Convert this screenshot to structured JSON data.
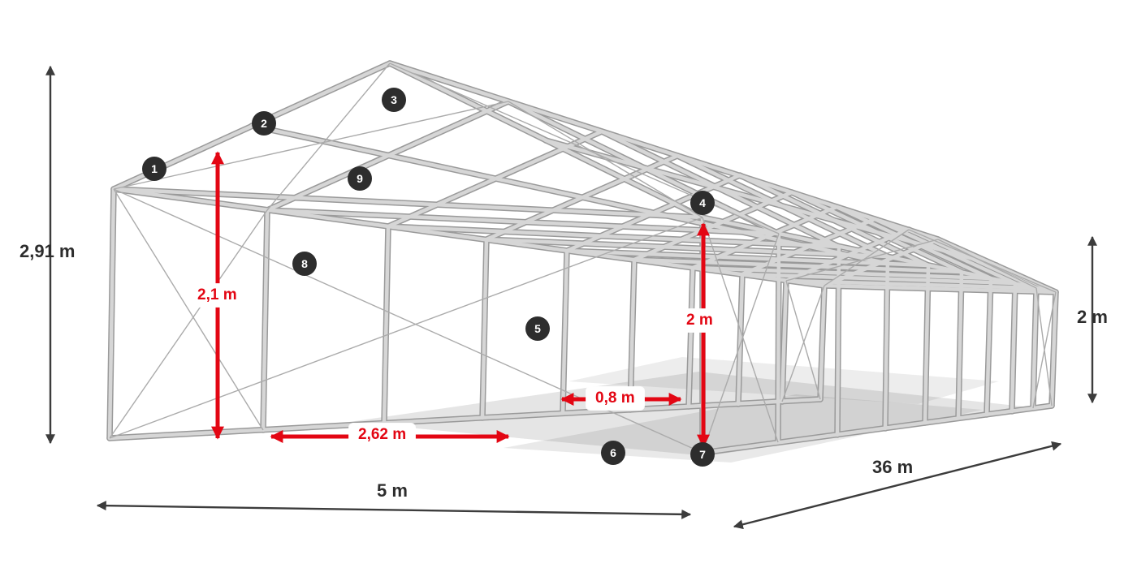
{
  "diagram": {
    "name": "Tent frame construction diagram with dimensions",
    "badges": [
      "1",
      "2",
      "3",
      "4",
      "5",
      "6",
      "7",
      "8",
      "9"
    ],
    "dimensions": {
      "total_height": "2,91 m",
      "ridge_clearance": "2,1 m",
      "entrance_height": "2 m",
      "side_height": "2 m",
      "pole_spacing": "0,8 m",
      "passage_width": "2,62 m",
      "width": "5 m",
      "length": "36 m"
    },
    "colors": {
      "accent_red": "#e30613",
      "badge_background": "#2d2d2d",
      "arrow_dark": "#3c3c3c",
      "frame_light": "#d6d6d6",
      "frame_dark": "#9a9a9a"
    }
  }
}
